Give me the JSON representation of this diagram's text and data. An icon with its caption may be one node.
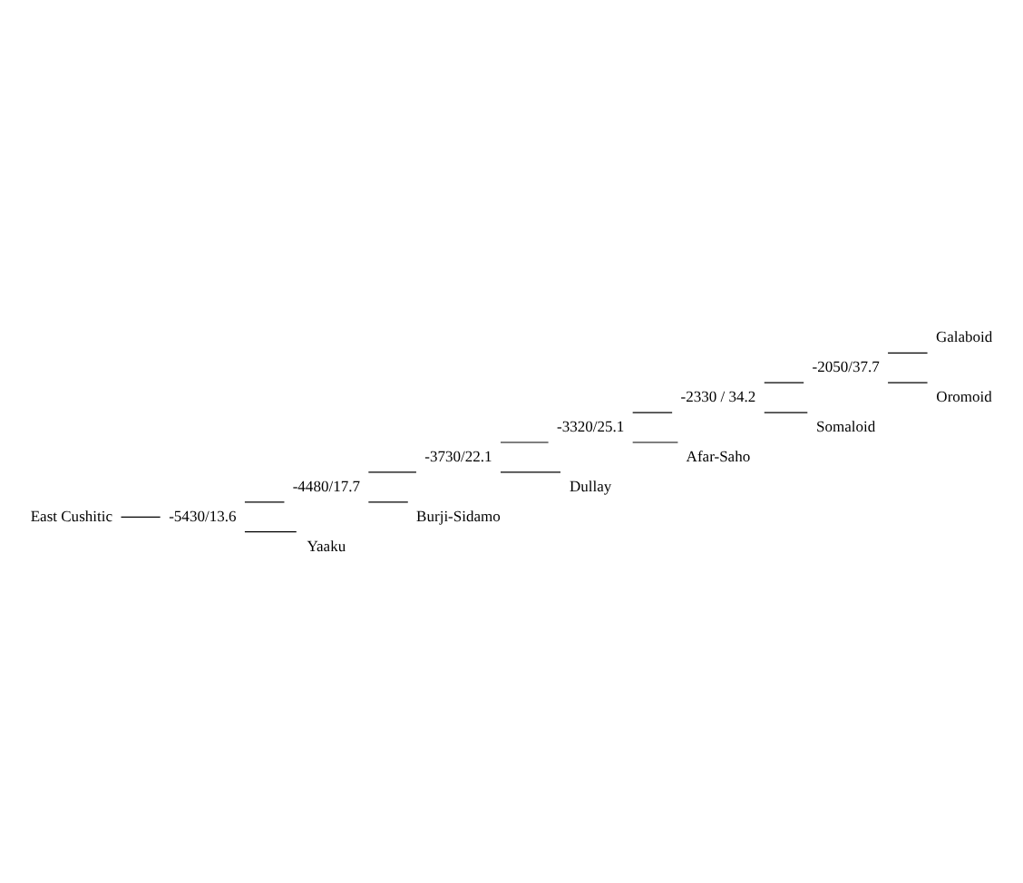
{
  "diagram": {
    "nodes": [
      {
        "text": [
          "East Cushitic"
        ]
      },
      {
        "text": [
          "-5430/13.6"
        ]
      },
      {
        "text": [
          "-4480/17.7"
        ]
      },
      {
        "text": [
          "-3730/22.1"
        ]
      },
      {
        "text": [
          "-3320/25.1"
        ]
      },
      {
        "text": [
          "-2330 / 34.2"
        ]
      },
      {
        "text": [
          "-2050/37.7"
        ]
      },
      {
        "text": [
          "Afar-Saho"
        ]
      },
      {
        "text": [
          "Somaloid"
        ]
      },
      {
        "text": [
          "Galaboid"
        ]
      },
      {
        "text": [
          "Oromoid"
        ]
      },
      {
        "text": [
          "Dullay"
        ]
      },
      {
        "text": [
          "Burji-Sidamo"
        ]
      },
      {
        "text": [
          "Yaaku"
        ]
      }
    ],
    "edges": [
      {
        "from": 0,
        "to": 1,
        "arrow": "none"
      },
      {
        "from": 1,
        "to": 2,
        "arrow": "none"
      },
      {
        "from": 1,
        "to": 13,
        "arrow": "none"
      },
      {
        "from": 2,
        "to": 3,
        "arrow": "none"
      },
      {
        "from": 2,
        "to": 12,
        "arrow": "none"
      },
      {
        "from": 3,
        "to": 4,
        "arrow": "none"
      },
      {
        "from": 3,
        "to": 11,
        "arrow": "none"
      },
      {
        "from": 4,
        "to": 7,
        "arrow": "none"
      },
      {
        "from": 4,
        "to": 5,
        "arrow": "none"
      },
      {
        "from": 5,
        "to": 8,
        "arrow": "none"
      },
      {
        "from": 5,
        "to": 6,
        "arrow": "none"
      },
      {
        "from": 6,
        "to": 9,
        "arrow": "none"
      },
      {
        "from": 6,
        "to": 10,
        "arrow": "none"
      }
    ]
  }
}
